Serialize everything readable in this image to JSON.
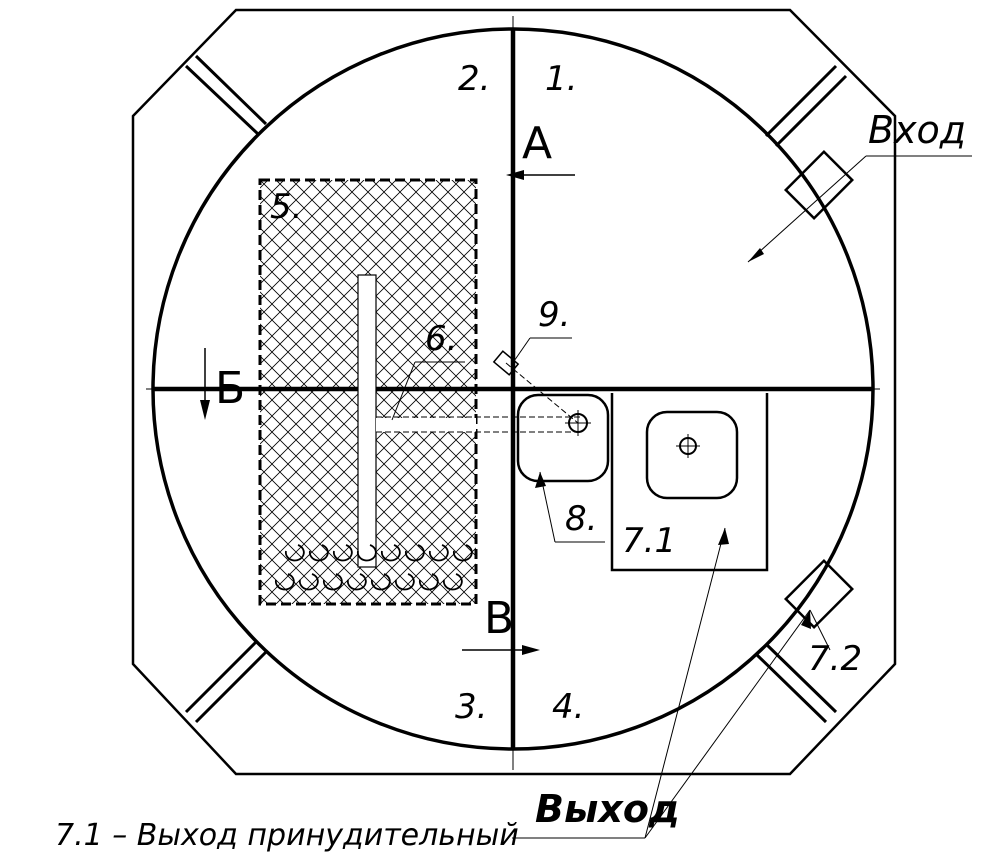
{
  "labels": {
    "sector1": "1.",
    "sector2": "2.",
    "sector3": "3.",
    "sector4": "4.",
    "zone5": "5.",
    "item6": "6.",
    "item8": "8.",
    "item9": "9.",
    "item71": "7.1",
    "item72": "7.2",
    "section_a": "А",
    "section_b": "Б",
    "section_v": "В",
    "entrance": "Вход",
    "exit": "Выход",
    "legend": "7.1 – Выход принудительный"
  }
}
